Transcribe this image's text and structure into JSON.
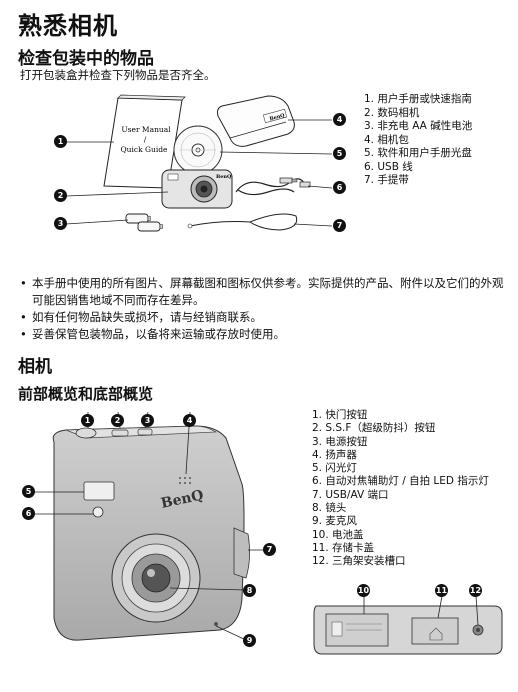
{
  "title": "熟悉相机",
  "section1": {
    "heading": "检查包装中的物品",
    "intro": "打开包装盒并检查下列物品是否齐全。",
    "manual_line1": "User Manual",
    "manual_line2": "/",
    "manual_line3": "Quick Guide",
    "brand": "BenQ",
    "items": [
      "1.   用户手册或快速指南",
      "2.   数码相机",
      "3.   非充电 AA 碱性电池",
      "4.   相机包",
      "5.   软件和用户手册光盘",
      "6.   USB 线",
      "7.   手提带"
    ],
    "callouts": [
      "1",
      "2",
      "3",
      "4",
      "5",
      "6",
      "7"
    ]
  },
  "notes": [
    "本手册中使用的所有图片、屏幕截图和图标仅供参考。实际提供的产品、附件以及它们的外观可能因销售地域不同而存在差异。",
    "如有任何物品缺失或损坏，请与经销商联系。",
    "妥善保管包装物品，以备将来运输或存放时使用。"
  ],
  "section2": {
    "heading": "相机",
    "subheading": "前部概览和底部概览",
    "brand": "BenQ",
    "items": [
      "1.   快门按钮",
      "2.   S.S.F（超级防抖）按钮",
      "3.   电源按钮",
      "4.   扬声器",
      "5.   闪光灯",
      "6.   自动对焦辅助灯 / 自拍 LED 指示灯",
      "7.   USB/AV 端口",
      "8.   镜头",
      "9.   麦克风",
      "10. 电池盖",
      "11. 存储卡盖",
      "12. 三角架安装槽口"
    ],
    "callouts": [
      "1",
      "2",
      "3",
      "4",
      "5",
      "6",
      "7",
      "8",
      "9",
      "10",
      "11",
      "12"
    ]
  }
}
